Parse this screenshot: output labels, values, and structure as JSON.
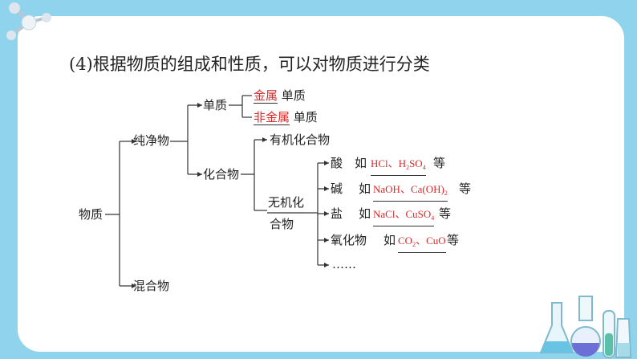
{
  "slide": {
    "title": "(4)根据物质的组成和性质，可以对物质进行分类"
  },
  "tree": {
    "root": "物质",
    "pure": "纯净物",
    "mixture": "混合物",
    "element": "单质",
    "metal": "金属",
    "nonmetal": "非金属",
    "element_suffix": "单质",
    "compound": "化合物",
    "organic": "有机化合物",
    "inorganic_line1": "无机化",
    "inorganic_line2": "合物",
    "acid": "酸",
    "base": "碱",
    "salt": "盐",
    "oxide": "氧化物",
    "ru": "如",
    "deng": "等",
    "ellipsis": "……"
  },
  "examples": {
    "acid": {
      "a": "HCl",
      "sep": "、",
      "b1": "H",
      "b2": "2",
      "b3": "SO",
      "b4": "4"
    },
    "base": {
      "a": "NaOH",
      "sep": "、",
      "b1": "Ca(OH)",
      "b2": "2"
    },
    "salt": {
      "a": "NaCl",
      "sep": "、",
      "b1": "CuSO",
      "b2": "4"
    },
    "oxide": {
      "a1": "CO",
      "a2": "2",
      "sep": "、",
      "b": "CuO"
    }
  },
  "colors": {
    "frame": "#8fd4ec",
    "answer": "#d92a2a",
    "line": "#333333"
  }
}
